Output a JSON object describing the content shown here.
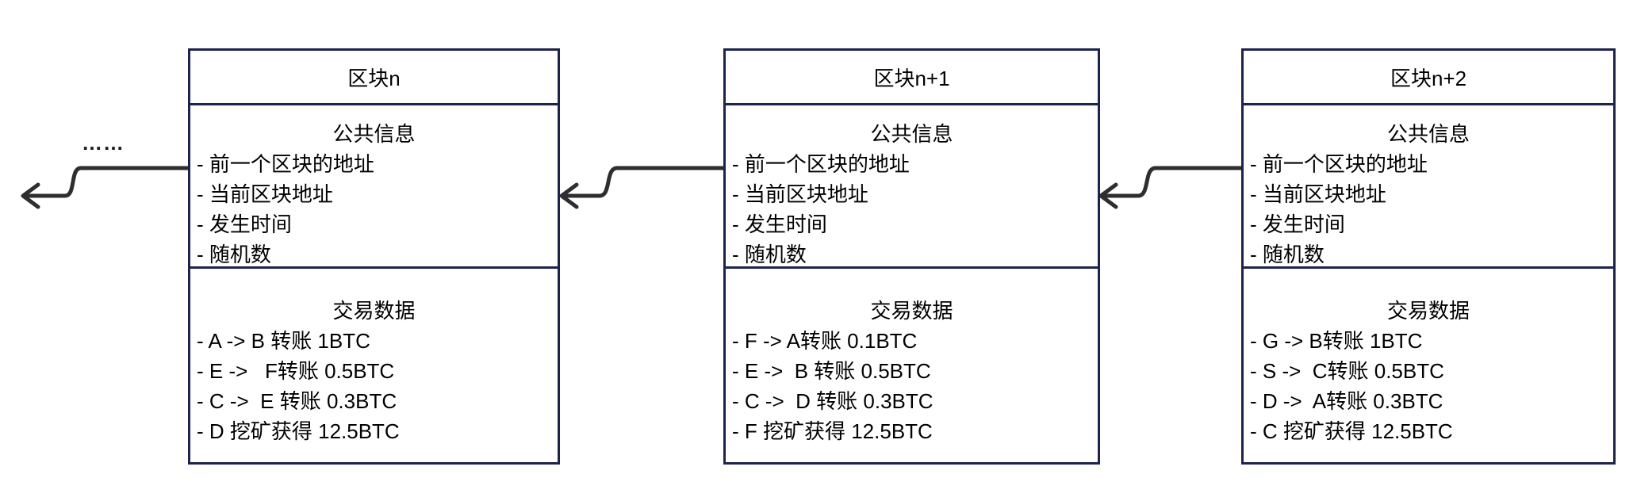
{
  "diagram": {
    "ellipsis": "……",
    "colors": {
      "block_border": "#1b2350",
      "arrow": "#2e2e30",
      "text": "#000000",
      "background": "#ffffff"
    },
    "blocks": [
      {
        "title": "区块n",
        "public_info": {
          "heading": "公共信息",
          "items": [
            "- 前一个区块的地址",
            "- 当前区块地址",
            "- 发生时间",
            "- 随机数"
          ]
        },
        "transactions": {
          "heading": "交易数据",
          "items": [
            "- A -> B 转账 1BTC",
            "- E ->   F转账 0.5BTC",
            "- C ->  E 转账 0.3BTC",
            "- D 挖矿获得 12.5BTC"
          ]
        }
      },
      {
        "title": "区块n+1",
        "public_info": {
          "heading": "公共信息",
          "items": [
            "- 前一个区块的地址",
            "- 当前区块地址",
            "- 发生时间",
            "- 随机数"
          ]
        },
        "transactions": {
          "heading": "交易数据",
          "items": [
            "- F -> A转账 0.1BTC",
            "- E ->  B 转账 0.5BTC",
            "- C ->  D 转账 0.3BTC",
            "- F 挖矿获得 12.5BTC"
          ]
        }
      },
      {
        "title": "区块n+2",
        "public_info": {
          "heading": "公共信息",
          "items": [
            "- 前一个区块的地址",
            "- 当前区块地址",
            "- 发生时间",
            "- 随机数"
          ]
        },
        "transactions": {
          "heading": "交易数据",
          "items": [
            "- G -> B转账 1BTC",
            "- S ->  C转账 0.5BTC",
            "- D ->  A转账 0.3BTC",
            "- C 挖矿获得 12.5BTC"
          ]
        }
      }
    ]
  }
}
